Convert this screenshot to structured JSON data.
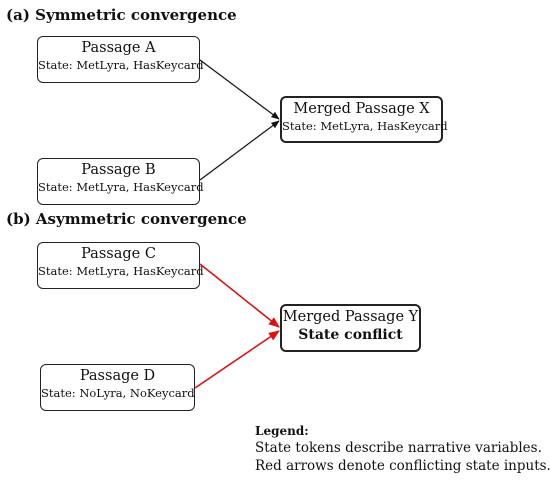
{
  "sections": {
    "a": "(a) Symmetric convergence",
    "b": "(b) Asymmetric convergence"
  },
  "nodes": {
    "passage_a": {
      "title": "Passage A",
      "state": "State: MetLyra, HasKeycard"
    },
    "passage_b": {
      "title": "Passage B",
      "state": "State: MetLyra, HasKeycard"
    },
    "merged_x": {
      "title": "Merged Passage X",
      "state": "State: MetLyra, HasKeycard"
    },
    "passage_c": {
      "title": "Passage C",
      "state": "State: MetLyra, HasKeycard"
    },
    "passage_d": {
      "title": "Passage D",
      "state": "State: NoLyra, NoKeycard"
    },
    "merged_y": {
      "title": "Merged Passage Y",
      "state": "State conflict"
    }
  },
  "edges": [
    {
      "from": "passage_a",
      "to": "merged_x",
      "color": "#111111"
    },
    {
      "from": "passage_b",
      "to": "merged_x",
      "color": "#111111"
    },
    {
      "from": "passage_c",
      "to": "merged_y",
      "color": "#dd1111"
    },
    {
      "from": "passage_d",
      "to": "merged_y",
      "color": "#dd1111"
    }
  ],
  "legend": {
    "title": "Legend:",
    "lines": [
      "State tokens describe narrative variables.",
      "Red arrows denote conflicting state inputs."
    ]
  }
}
